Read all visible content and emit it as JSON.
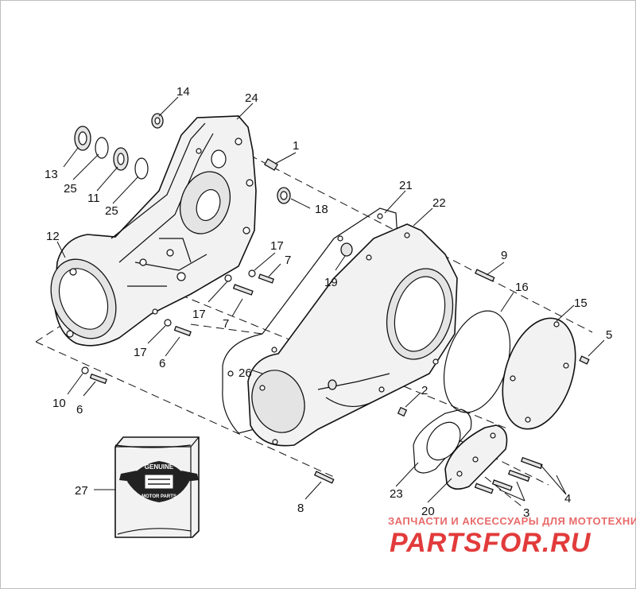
{
  "callouts": [
    {
      "id": "c1",
      "label": "1"
    },
    {
      "id": "c2",
      "label": "2"
    },
    {
      "id": "c3",
      "label": "3"
    },
    {
      "id": "c4",
      "label": "4"
    },
    {
      "id": "c5",
      "label": "5"
    },
    {
      "id": "c6a",
      "label": "6"
    },
    {
      "id": "c6b",
      "label": "6"
    },
    {
      "id": "c7a",
      "label": "7"
    },
    {
      "id": "c7b",
      "label": "7"
    },
    {
      "id": "c8",
      "label": "8"
    },
    {
      "id": "c9",
      "label": "9"
    },
    {
      "id": "c10",
      "label": "10"
    },
    {
      "id": "c11",
      "label": "11"
    },
    {
      "id": "c12",
      "label": "12"
    },
    {
      "id": "c13",
      "label": "13"
    },
    {
      "id": "c14",
      "label": "14"
    },
    {
      "id": "c15",
      "label": "15"
    },
    {
      "id": "c16",
      "label": "16"
    },
    {
      "id": "c17a",
      "label": "17"
    },
    {
      "id": "c17b",
      "label": "17"
    },
    {
      "id": "c17c",
      "label": "17"
    },
    {
      "id": "c18",
      "label": "18"
    },
    {
      "id": "c19",
      "label": "19"
    },
    {
      "id": "c20",
      "label": "20"
    },
    {
      "id": "c21",
      "label": "21"
    },
    {
      "id": "c22",
      "label": "22"
    },
    {
      "id": "c23",
      "label": "23"
    },
    {
      "id": "c24",
      "label": "24"
    },
    {
      "id": "c25a",
      "label": "25"
    },
    {
      "id": "c25b",
      "label": "25"
    },
    {
      "id": "c26",
      "label": "26"
    },
    {
      "id": "c27",
      "label": "27"
    }
  ],
  "kit_box": {
    "logo_top": "GENUINE",
    "logo_bottom": "MOTOR PARTS"
  },
  "watermark": {
    "line1": "ЗАПЧАСТИ И АКСЕССУАРЫ ДЛЯ МОТОТЕХНИКИ",
    "line2": "PARTSFOR.RU",
    "color": "#e23b3b"
  }
}
